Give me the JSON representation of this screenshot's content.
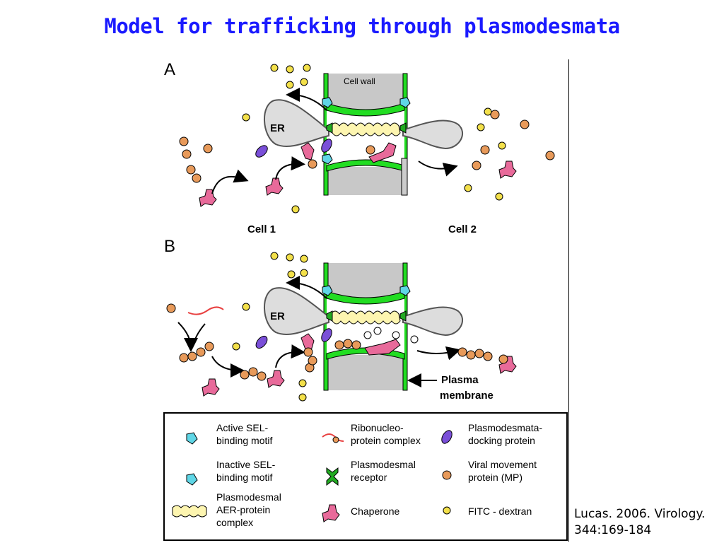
{
  "title": "Model for trafficking through plasmodesmata",
  "figure": {
    "panel_a_label": "A",
    "panel_b_label": "B",
    "cell_wall_label": "Cell wall",
    "er_label_a": "ER",
    "er_label_b": "ER",
    "cell1_label": "Cell 1",
    "cell2_label": "Cell 2",
    "plasma_label_line1": "Plasma",
    "plasma_label_line2": "membrane",
    "colors": {
      "cell_wall": "#c8c8c8",
      "membrane_green": "#22dd22",
      "er_fill": "#dddddd",
      "aer_complex": "#fdf5b0",
      "viral_mp": "#e89a5a",
      "fitc": "#f3e04a",
      "docking": "#7a4fd8",
      "chaperone": "#e86a9a",
      "sel_motif": "#5fd6e6"
    }
  },
  "legend": {
    "items": [
      {
        "label1": "Active SEL-",
        "label2": "binding motif",
        "label3": "",
        "icon": "active-sel-icon"
      },
      {
        "label1": "Ribonucleo-",
        "label2": "protein complex",
        "label3": "",
        "icon": "ribonucleoprotein-icon"
      },
      {
        "label1": "Plasmodesmata-",
        "label2": "docking protein",
        "label3": "",
        "icon": "docking-protein-icon"
      },
      {
        "label1": "Inactive SEL-",
        "label2": "binding motif",
        "label3": "",
        "icon": "inactive-sel-icon"
      },
      {
        "label1": "Plasmodesmal",
        "label2": "receptor",
        "label3": "",
        "icon": "receptor-icon"
      },
      {
        "label1": "Viral movement",
        "label2": "protein (MP)",
        "label3": "",
        "icon": "viral-mp-icon"
      },
      {
        "label1": "Plasmodesmal",
        "label2": "AER-protein",
        "label3": "complex",
        "icon": "aer-complex-icon"
      },
      {
        "label1": "Chaperone",
        "label2": "",
        "label3": "",
        "icon": "chaperone-icon"
      },
      {
        "label1": "FITC - dextran",
        "label2": "",
        "label3": "",
        "icon": "fitc-dextran-icon"
      }
    ]
  },
  "citation": {
    "line1": "Lucas. 2006. Virology.",
    "line2": "344:169-184"
  }
}
